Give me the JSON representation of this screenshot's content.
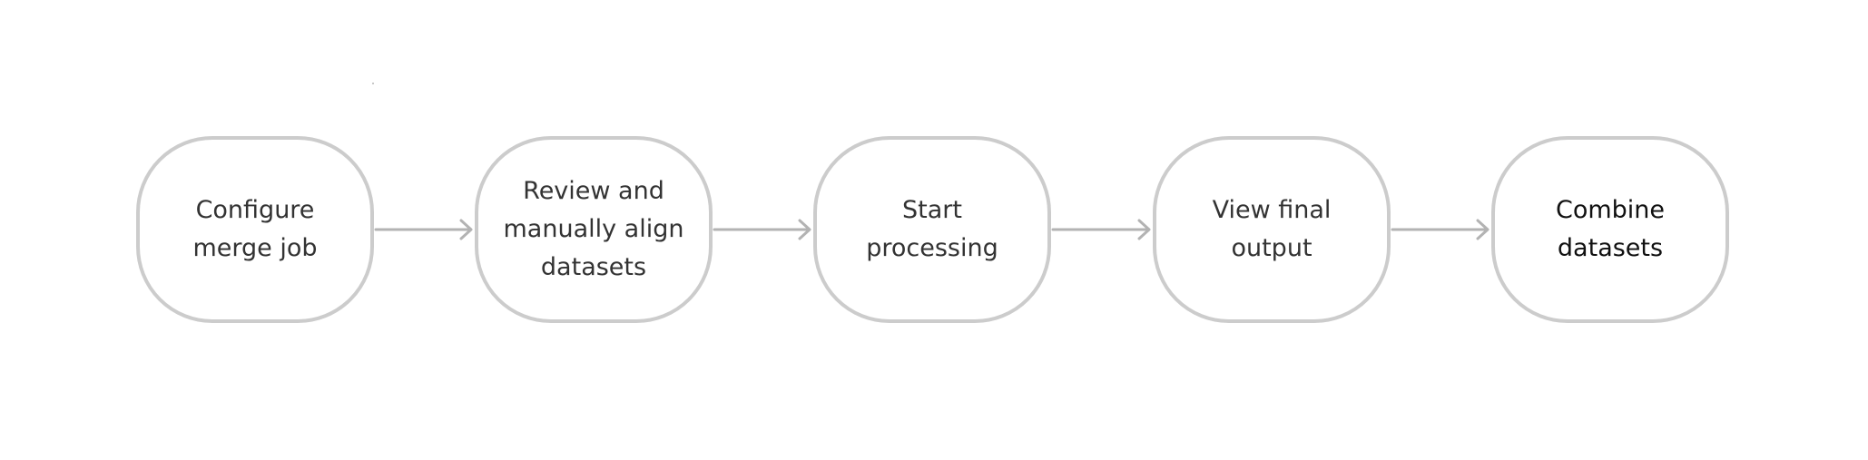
{
  "flow": {
    "steps": [
      {
        "label": "Configure merge job"
      },
      {
        "label": "Review and manually align datasets"
      },
      {
        "label": "Start processing"
      },
      {
        "label": "View final output"
      },
      {
        "label": "Combine datasets"
      }
    ]
  },
  "colors": {
    "node_border": "#cccccc",
    "arrow": "#b3b3b3",
    "text": "#333333",
    "background": "#ffffff"
  }
}
